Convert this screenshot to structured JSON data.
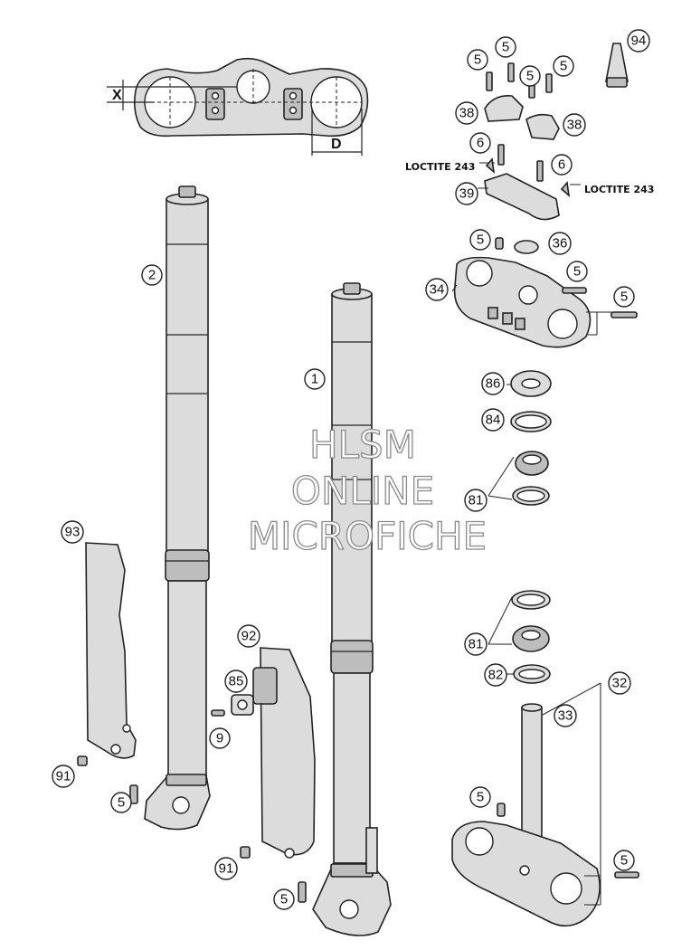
{
  "watermark": {
    "line1": "HLSM",
    "line2": "ONLINE",
    "line3": "MICROFICHE"
  },
  "dimensions": {
    "x": "X",
    "d": "D"
  },
  "notes": {
    "loctite_left": "LOCTITE 243",
    "loctite_right": "LOCTITE 243"
  },
  "callouts": {
    "c1": "1",
    "c2": "2",
    "c5a": "5",
    "c5b": "5",
    "c5c": "5",
    "c5d": "5",
    "c5e": "5",
    "c5f": "5",
    "c5g": "5",
    "c5h": "5",
    "c5i": "5",
    "c5j": "5",
    "c5k": "5",
    "c6a": "6",
    "c6b": "6",
    "c9": "9",
    "c32": "32",
    "c33": "33",
    "c34": "34",
    "c36": "36",
    "c38a": "38",
    "c38b": "38",
    "c39": "39",
    "c81a": "81",
    "c81b": "81",
    "c82": "82",
    "c84": "84",
    "c85": "85",
    "c86": "86",
    "c91a": "91",
    "c91b": "91",
    "c92": "92",
    "c93": "93",
    "c94": "94"
  }
}
